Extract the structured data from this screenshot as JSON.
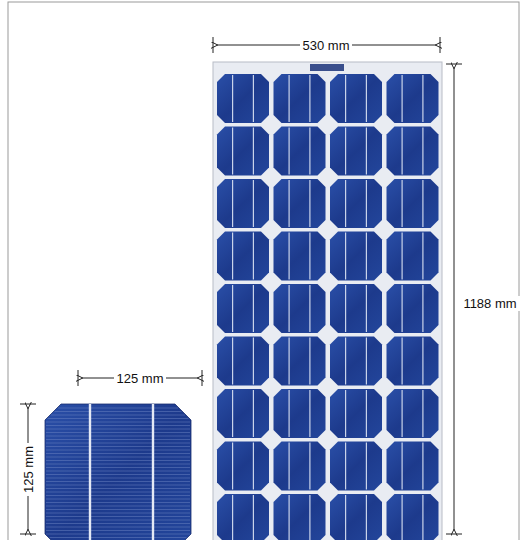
{
  "diagram": {
    "labels": [
      "530 mm",
      "1188 mm",
      "125 mm",
      "125 mm"
    ]
  }
}
